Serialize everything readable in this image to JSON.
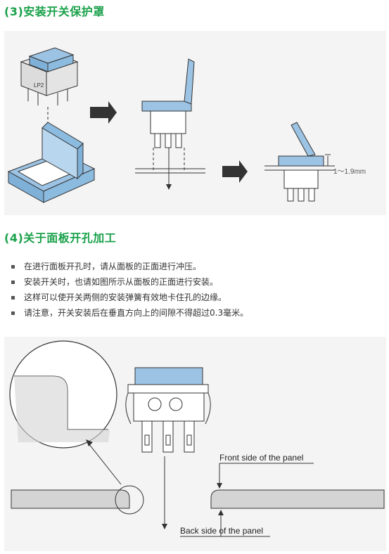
{
  "section3": {
    "title": "(3)安装开关保护罩",
    "figure": {
      "switch_label": "LP2",
      "dimension_label": "1～1.9mm"
    }
  },
  "section4": {
    "title": "(4)关于面板开孔加工",
    "bullets": [
      "在进行面板开孔时，请从面板的正面进行冲压。",
      "安装开关时，也请如图所示从面板的正面进行安装。",
      "这样可以使开关两侧的安装弹簧有效地卡住孔的边缘。",
      "请注意，开关安装后在垂直方向上的间隙不得超过0.3毫米。"
    ],
    "figure": {
      "front_label": "Front side of the panel",
      "back_label": "Back side of the panel"
    }
  },
  "colors": {
    "heading": "#1aa14a",
    "switch_blue": "#9cc3e4",
    "panel_bg": "#f4f4f4"
  }
}
